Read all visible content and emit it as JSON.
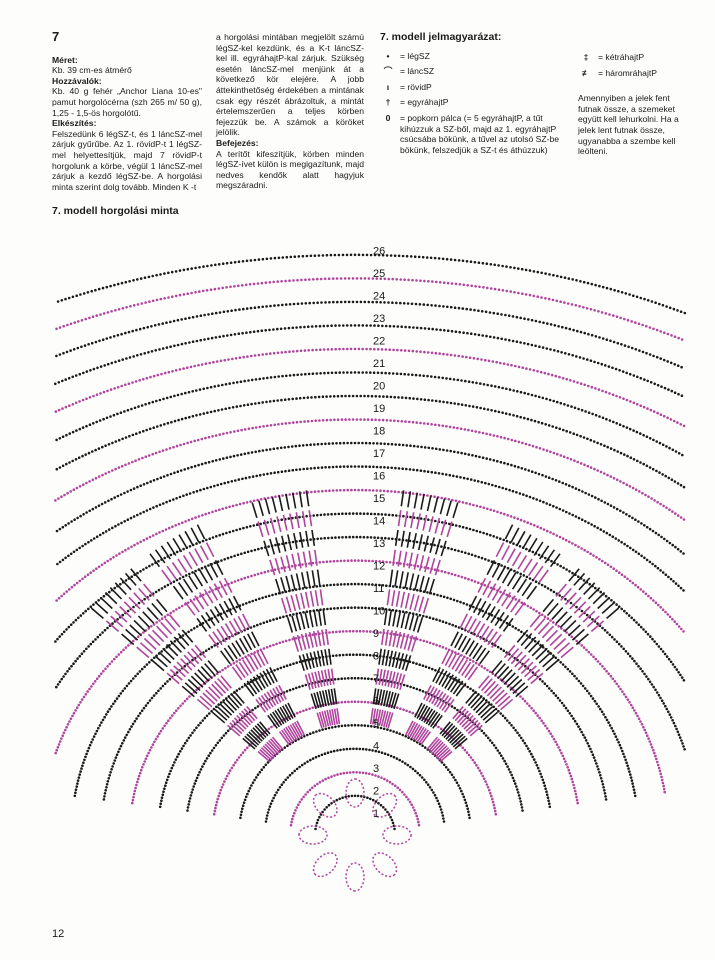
{
  "article": {
    "model_number": "7",
    "size_heading": "Méret:",
    "size_text": "Kb. 39 cm-es átmérő",
    "materials_heading": "Hozzávalók:",
    "materials_text": "Kb. 40 g fehér „Anchor Liana 10-es\" pamut horgolócérna (szh 265 m/ 50 g), 1,25 - 1,5-ös horgolótű.",
    "prep_heading": "Elkészítés:",
    "prep_text": "Felszedünk 6 légSZ-t, és 1 láncSZ-mel zárjuk gyűrűbe. Az 1. rövidP-t 1 légSZ-mel helyettesítjük, majd 7 rövidP-t horgolunk a körbe, végül 1 láncSZ-mel zárjuk a kezdő légSZ-be. A horgolási minta szerint dolg tovább. Minden K -t",
    "prep_cont": "a horgolási mintában megjelölt számú légSZ-kel kezdünk, és a K-t láncSZ-kel ill. egyráhajtP-kal zárjuk. Szükség esetén láncSZ-mel menjünk át a következő kör elejére. A jobb áttekinthetőség érdekében a mintának csak egy részét ábrázoltuk, a mintát értelemszerűen a teljes körben fejezzük be. A számok a köröket jelölik.",
    "finish_heading": "Befejezés:",
    "finish_text": "A terítőt kifeszítjük, körben minden légSZ-ívet külön is megigazítunk, majd nedves kendők alatt hagyjuk megszáradni."
  },
  "legend": {
    "title": "7. modell jelmagyarázat:",
    "items": [
      {
        "symbol": "•",
        "label": "= légSZ"
      },
      {
        "symbol": "⌒",
        "label": "= láncSZ"
      },
      {
        "symbol": "ı",
        "label": "= rövidP"
      },
      {
        "symbol": "†",
        "label": "= egyráhajtP"
      },
      {
        "symbol": "0",
        "label": "= popkorn pálca (= 5 egyráhajtP, a tűt kihúzzuk a SZ-ből, majd az 1. egyráhajtP csúcsába bökünk, a tűvel az utolsó SZ-be bökünk, felszedjük a SZ-t és áthúzzuk)"
      }
    ],
    "items_right": [
      {
        "symbol": "‡",
        "label": "= kétráhajtP"
      },
      {
        "symbol": "≢",
        "label": "= háromráhajtP"
      }
    ],
    "note": "Amennyiben a jelek fent futnak össze, a szemeket együtt kell lehurkolni. Ha a jelek lent futnak össze, ugyanabba a szembe kell leölteni."
  },
  "pattern": {
    "title": "7. modell horgolási minta",
    "round_labels": [
      "1",
      "2",
      "3",
      "4",
      "5",
      "6",
      "7",
      "8",
      "9",
      "10",
      "11",
      "12",
      "13",
      "14",
      "15",
      "16",
      "17",
      "18",
      "19",
      "20",
      "21",
      "22",
      "23",
      "24",
      "25",
      "26"
    ]
  },
  "colors": {
    "magenta": "#b0449e",
    "black": "#1a1a1a",
    "paper": "#fdfdfb"
  },
  "page_number": "12"
}
